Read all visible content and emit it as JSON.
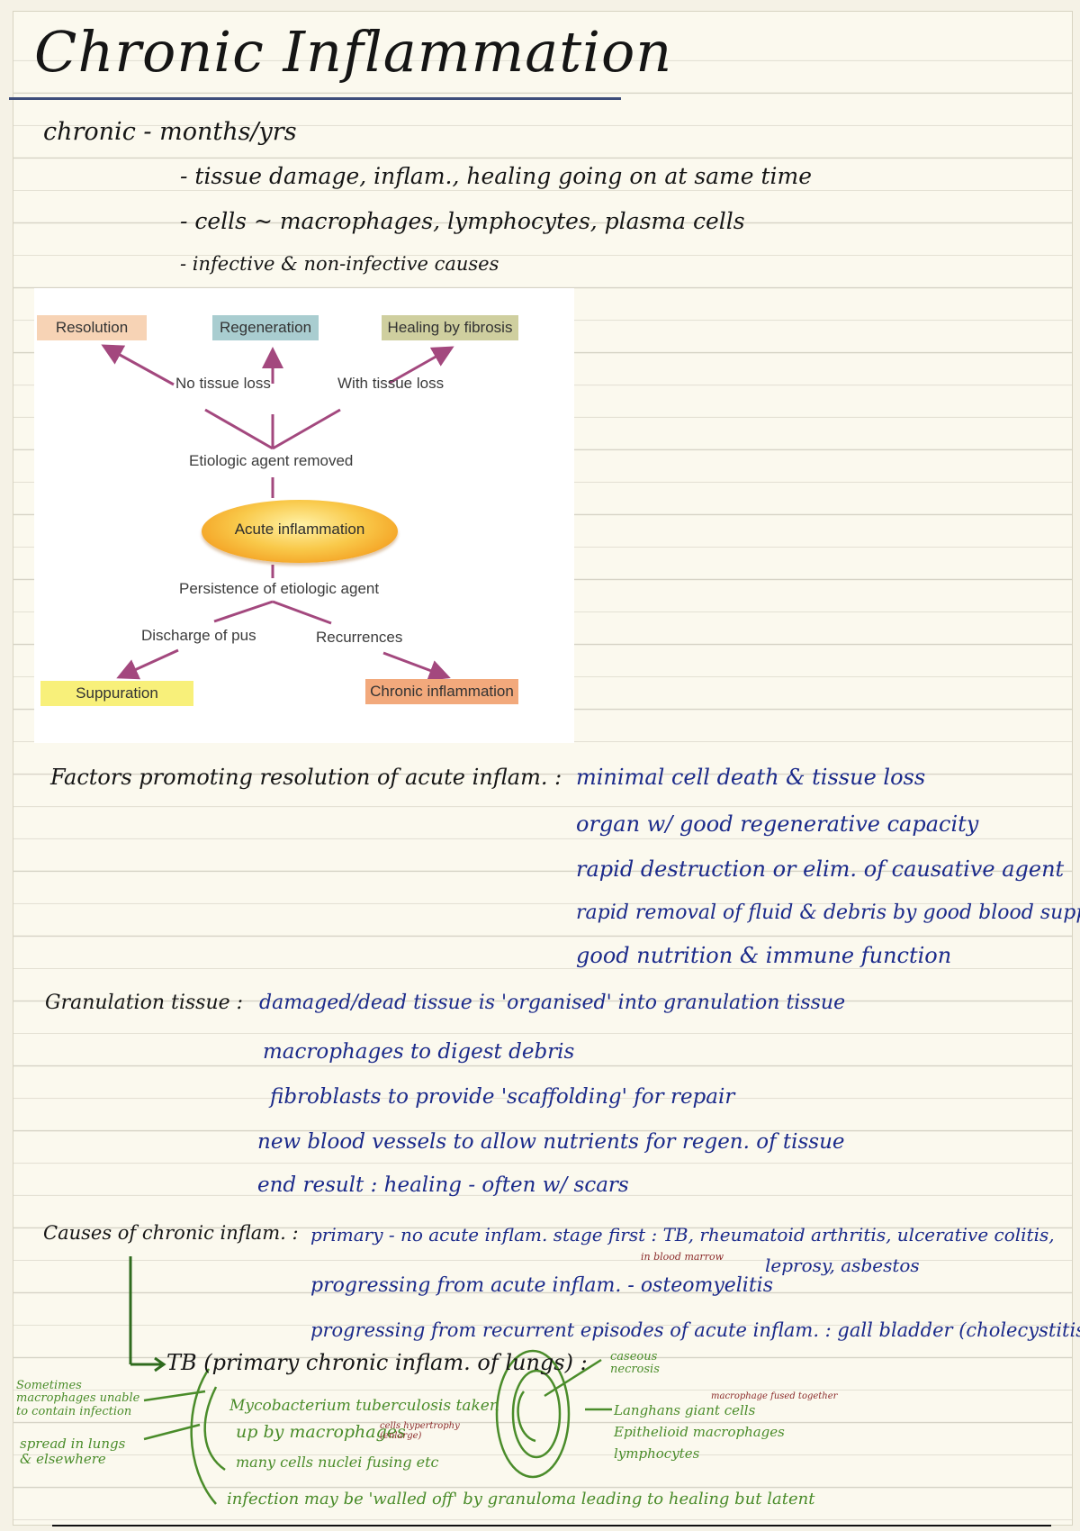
{
  "title": "Chronic Inflammation",
  "intro": {
    "line1": "chronic - months/yrs",
    "line2": "- tissue damage, inflam., healing going on at same time",
    "line3": "- cells ~ macrophages, lymphocytes, plasma cells",
    "line4": "- infective & non-infective causes"
  },
  "figure": {
    "resolution": "Resolution",
    "regeneration": "Regeneration",
    "healing": "Healing by fibrosis",
    "no_tissue_loss": "No tissue loss",
    "with_tissue_loss": "With tissue loss",
    "etiologic_removed": "Etiologic agent removed",
    "acute": "Acute inflammation",
    "persistence": "Persistence of etiologic agent",
    "discharge": "Discharge of pus",
    "recurrences": "Recurrences",
    "suppuration": "Suppuration",
    "chronic": "Chronic inflammation",
    "colors": {
      "resolution_bg": "#f7d3b5",
      "regeneration_bg": "#a9cdd0",
      "healing_bg": "#cfcf9f",
      "suppuration_bg": "#f8f07a",
      "chronic_bg": "#f2a97c",
      "arrow": "#a3487e"
    }
  },
  "factors": {
    "label": "Factors promoting resolution of acute inflam. :",
    "items": [
      "minimal cell death & tissue loss",
      "organ w/ good regenerative capacity",
      "rapid destruction or elim. of causative agent",
      "rapid removal of fluid & debris by good blood supply",
      "good nutrition & immune function"
    ]
  },
  "granulation": {
    "label": "Granulation tissue :",
    "line1": "damaged/dead tissue is 'organised' into granulation tissue",
    "line2": "macrophages to digest debris",
    "line3": "fibroblasts to provide 'scaffolding' for repair",
    "line4": "new blood vessels to allow nutrients for regen. of tissue",
    "line5": "end result : healing - often w/ scars"
  },
  "causes": {
    "label": "Causes of chronic inflam. :",
    "primary": "primary - no acute inflam. stage first : TB, rheumatoid arthritis, ulcerative colitis,",
    "primary2": "leprosy, asbestos",
    "bone_marrow": "in blood marrow",
    "progressing1": "progressing from acute inflam. - osteomyelitis",
    "progressing2": "progressing from recurrent episodes of acute inflam. : gall bladder (cholecystitis)"
  },
  "tb": {
    "heading": "TB (primary chronic inflam. of lungs) :",
    "left_note1": "Sometimes macrophages unable to contain infection",
    "left_note2": "spread in lungs & elsewhere",
    "line1": "Mycobacterium tuberculosis taken",
    "line2": "up by macrophages",
    "small_note": "cells hypertrophy (enlarge)",
    "line3": "many cells nuclei fusing etc",
    "line4": "infection may be 'walled off' by granuloma leading to healing but latent",
    "granuloma_center": "caseous necrosis",
    "granuloma_ring1": "Langhans giant cells",
    "granuloma_ring2": "Epithelioid macrophages",
    "granuloma_ring3": "lymphocytes",
    "macrophage_note": "macrophage fused together"
  }
}
